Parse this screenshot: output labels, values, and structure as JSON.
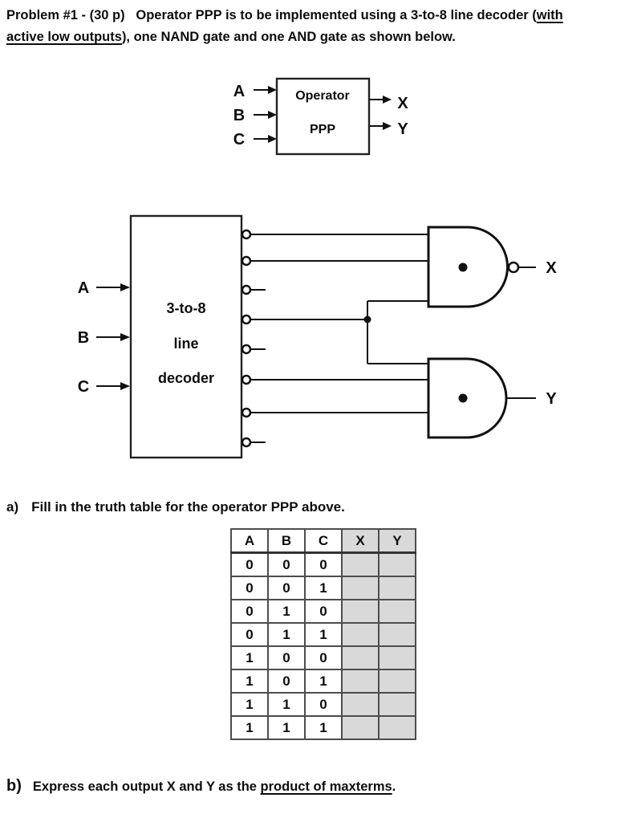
{
  "heading": {
    "line1_text": "Problem #1 - (30 p)   Operator PPP is to be implemented using a 3-to-8 line decoder (",
    "line1_underlined": "with",
    "line2_underlined": "active low outputs",
    "line2_text": "), one NAND gate and one AND gate as shown below."
  },
  "block_diagram": {
    "title_line1": "Operator",
    "title_line2": "PPP",
    "inputs": [
      "A",
      "B",
      "C"
    ],
    "outputs": [
      "X",
      "Y"
    ]
  },
  "decoder_circuit": {
    "decoder_label": [
      "3-to-8",
      "line",
      "decoder"
    ],
    "inputs": [
      "A",
      "B",
      "C"
    ],
    "nand_output": "X",
    "and_output": "Y"
  },
  "part_a": {
    "label": "a)",
    "text": "Fill in the truth table for the operator PPP above."
  },
  "truth_table": {
    "headers": [
      "A",
      "B",
      "C",
      "X",
      "Y"
    ],
    "rows": [
      [
        "0",
        "0",
        "0"
      ],
      [
        "0",
        "0",
        "1"
      ],
      [
        "0",
        "1",
        "0"
      ],
      [
        "0",
        "1",
        "1"
      ],
      [
        "1",
        "0",
        "0"
      ],
      [
        "1",
        "0",
        "1"
      ],
      [
        "1",
        "1",
        "0"
      ],
      [
        "1",
        "1",
        "1"
      ]
    ],
    "answer_cell_color": "#d9d9d9"
  },
  "part_b": {
    "label": "b)",
    "text_pre": "Express each output X and Y as the ",
    "text_underlined": "product of maxterms",
    "text_post": "."
  }
}
